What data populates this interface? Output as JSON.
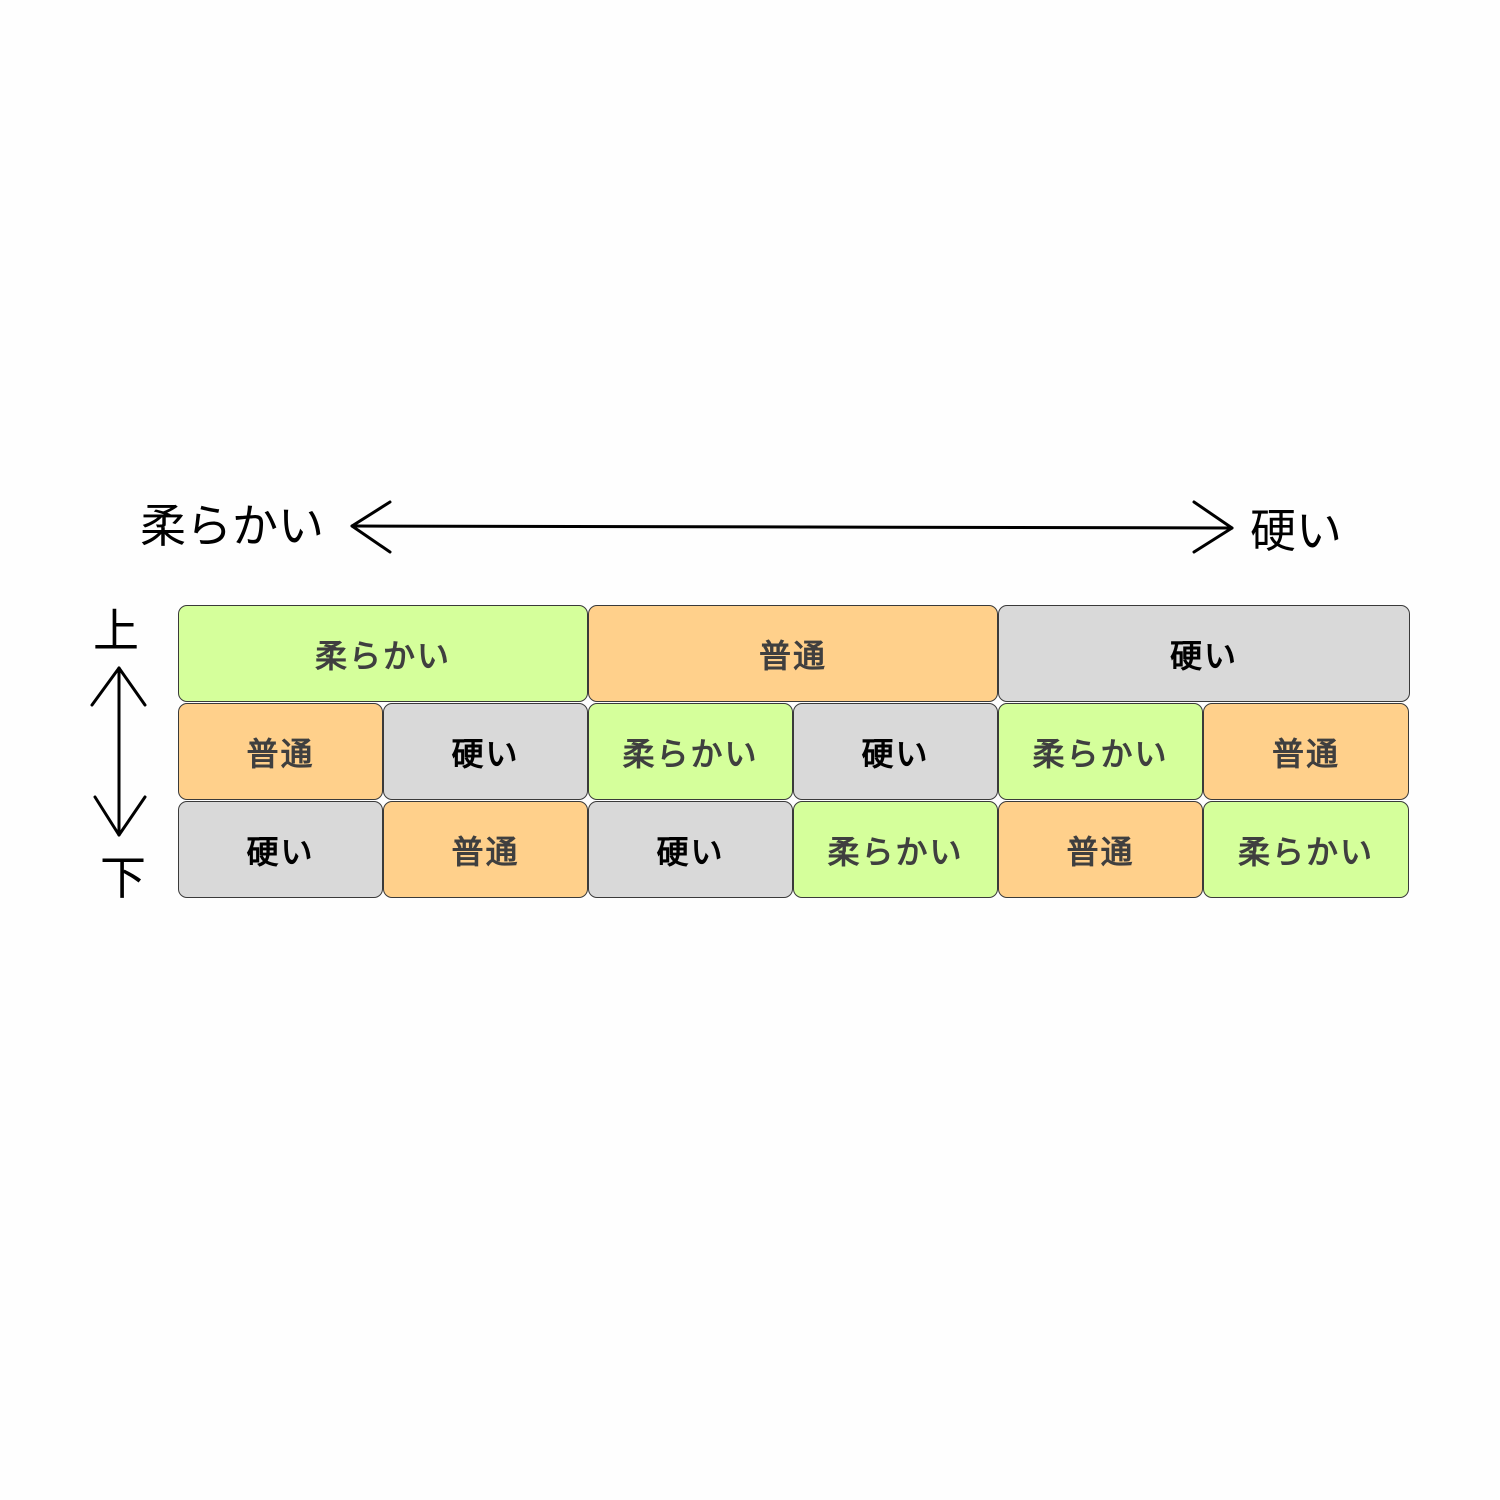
{
  "axes": {
    "left_label": "柔らかい",
    "right_label": "硬い",
    "top_label": "上",
    "bottom_label": "下"
  },
  "legend_colors": {
    "soft": "#d5ff9b",
    "medium": "#ffd08b",
    "hard": "#d9d9d9"
  },
  "rows": [
    {
      "blocks": [
        {
          "label": "柔らかい",
          "kind": "soft"
        },
        {
          "label": "普通",
          "kind": "medium"
        },
        {
          "label": "硬い",
          "kind": "hard"
        }
      ]
    },
    {
      "blocks": [
        {
          "label": "普通",
          "kind": "medium"
        },
        {
          "label": "硬い",
          "kind": "hard"
        },
        {
          "label": "柔らかい",
          "kind": "soft"
        },
        {
          "label": "硬い",
          "kind": "hard"
        },
        {
          "label": "柔らかい",
          "kind": "soft"
        },
        {
          "label": "普通",
          "kind": "medium"
        }
      ]
    },
    {
      "blocks": [
        {
          "label": "硬い",
          "kind": "hard"
        },
        {
          "label": "普通",
          "kind": "medium"
        },
        {
          "label": "硬い",
          "kind": "hard"
        },
        {
          "label": "柔らかい",
          "kind": "soft"
        },
        {
          "label": "普通",
          "kind": "medium"
        },
        {
          "label": "柔らかい",
          "kind": "soft"
        }
      ]
    }
  ]
}
